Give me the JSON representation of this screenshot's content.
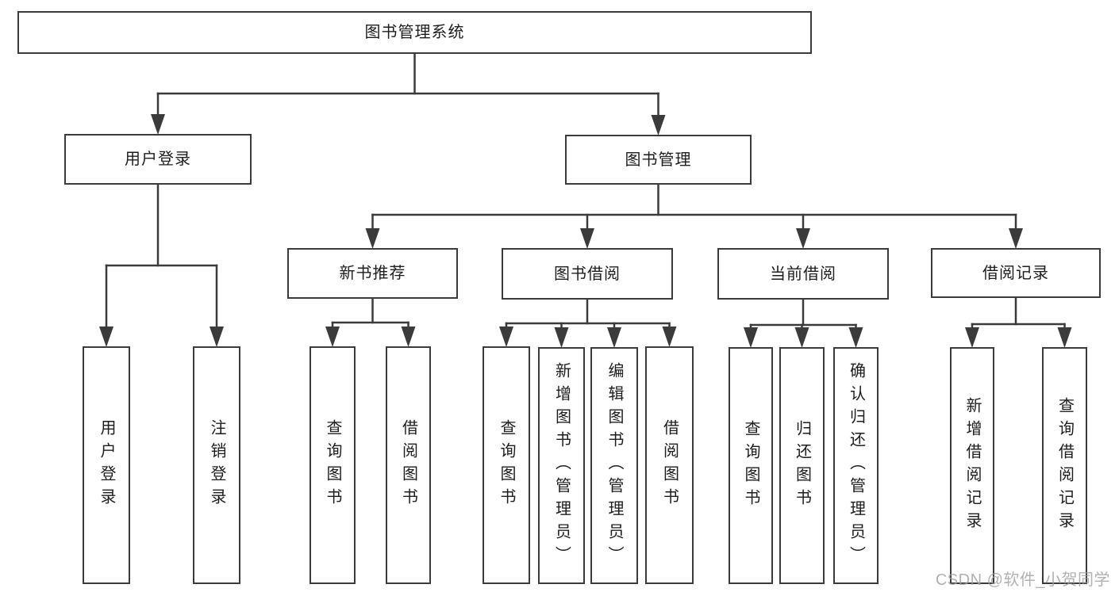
{
  "diagram": {
    "background": "#ffffff",
    "line_color": "#3b3b3b",
    "text_color": "#1d1d1d",
    "nodes": [
      {
        "id": "root",
        "label": "图书管理系统",
        "text_direction": "horizontal"
      },
      {
        "id": "user-login-group",
        "label": "用户登录",
        "text_direction": "horizontal"
      },
      {
        "id": "book-management",
        "label": "图书管理",
        "text_direction": "horizontal"
      },
      {
        "id": "new-book-recommend",
        "label": "新书推荐",
        "text_direction": "horizontal"
      },
      {
        "id": "book-borrowing",
        "label": "图书借阅",
        "text_direction": "horizontal"
      },
      {
        "id": "current-borrowing",
        "label": "当前借阅",
        "text_direction": "horizontal"
      },
      {
        "id": "borrowing-records",
        "label": "借阅记录",
        "text_direction": "horizontal"
      },
      {
        "id": "user-login",
        "label": "用户登录",
        "text_direction": "vertical"
      },
      {
        "id": "logout",
        "label": "注销登录",
        "text_direction": "vertical"
      },
      {
        "id": "query-books-1",
        "label": "查询图书",
        "text_direction": "vertical"
      },
      {
        "id": "borrow-books-1",
        "label": "借阅图书",
        "text_direction": "vertical"
      },
      {
        "id": "query-books-2",
        "label": "查询图书",
        "text_direction": "vertical"
      },
      {
        "id": "add-books-admin",
        "label": "新增图书（管理员）",
        "text_direction": "vertical"
      },
      {
        "id": "edit-books-admin",
        "label": "编辑图书（管理员）",
        "text_direction": "vertical"
      },
      {
        "id": "borrow-books-2",
        "label": "借阅图书",
        "text_direction": "vertical"
      },
      {
        "id": "query-books-3",
        "label": "查询图书",
        "text_direction": "vertical"
      },
      {
        "id": "return-books",
        "label": "归还图书",
        "text_direction": "vertical"
      },
      {
        "id": "confirm-return-admin",
        "label": "确认归还（管理员）",
        "text_direction": "vertical"
      },
      {
        "id": "add-borrow-record",
        "label": "新增借阅记录",
        "text_direction": "vertical"
      },
      {
        "id": "query-borrow-record",
        "label": "查询借阅记录",
        "text_direction": "vertical"
      }
    ],
    "edges": [
      {
        "from": "root",
        "to": [
          "user-login-group",
          "book-management"
        ]
      },
      {
        "from": "user-login-group",
        "to": [
          "user-login",
          "logout"
        ]
      },
      {
        "from": "book-management",
        "to": [
          "new-book-recommend",
          "book-borrowing",
          "current-borrowing",
          "borrowing-records"
        ]
      },
      {
        "from": "new-book-recommend",
        "to": [
          "query-books-1",
          "borrow-books-1"
        ]
      },
      {
        "from": "book-borrowing",
        "to": [
          "query-books-2",
          "add-books-admin",
          "edit-books-admin",
          "borrow-books-2"
        ]
      },
      {
        "from": "current-borrowing",
        "to": [
          "query-books-3",
          "return-books",
          "confirm-return-admin"
        ]
      },
      {
        "from": "borrowing-records",
        "to": [
          "add-borrow-record",
          "query-borrow-record"
        ]
      }
    ]
  },
  "watermark": {
    "text": "CSDN @软件_小贺同学",
    "color": "#9e9e9e"
  }
}
